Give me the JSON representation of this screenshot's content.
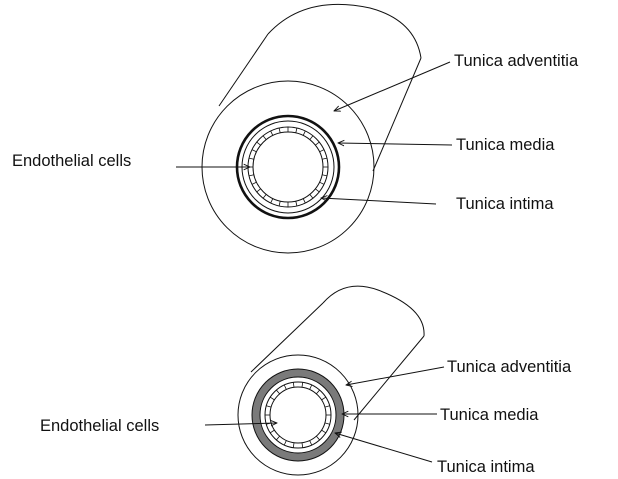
{
  "diagrams": [
    {
      "labels": {
        "adventitia": "Tunica adventitia",
        "media": "Tunica media",
        "intima": "Tunica intima",
        "endothelial": "Endothelial cells"
      }
    },
    {
      "labels": {
        "adventitia": "Tunica adventitia",
        "media": "Tunica media",
        "intima": "Tunica intima",
        "endothelial": "Endothelial cells"
      }
    }
  ],
  "colors": {
    "line": "#111111",
    "media_fill_lower": "#7a7a7a",
    "background": "#ffffff"
  }
}
